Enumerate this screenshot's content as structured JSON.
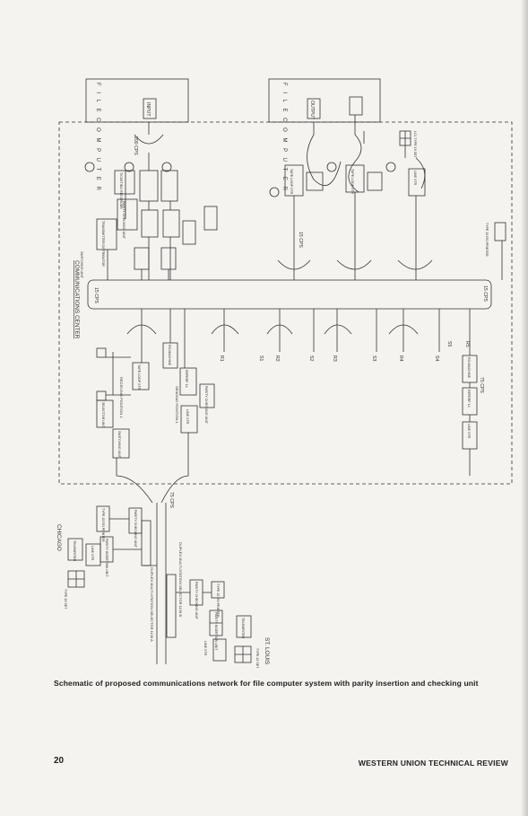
{
  "labels": {
    "file_computer": "F I L E   C O M P U T E R",
    "input": "INPUT",
    "output": "OUTPUT",
    "comm_center": "COMMUNICATIONS CENTER",
    "cps_200": "200 CPS",
    "cps_15": "15 CPS",
    "cps_75": "75 CPS",
    "tape_reader": "TRANSMITTER DISTRIBUTOR",
    "parity_checking": "PARITY CHECKING UNIT",
    "reperf": "REPERF 14",
    "tape_loop_xtr": "TAPE LOOP XTR",
    "line_xtr": "LINE XTR",
    "ticketing_recorder": "TICKETING RECORDER",
    "receiving_position": "RECEIVING POSITION 1",
    "sending_position": "SENDING POSITION 1",
    "switching_unit": "SWITCHING UNIT",
    "selector_unit": "SELECTOR UNIT",
    "ro_machine": "RO MACHINE",
    "type_15_ro_printer": "TYPE 15 RO PRINTER",
    "lcl_type_19_set": "LCL TYPE 19 SET",
    "r1": "R1",
    "r2": "R2",
    "r3": "R3",
    "r4": "R4",
    "r5": "R5",
    "s1": "S1",
    "s2": "S2",
    "s3": "S3",
    "s4": "S4",
    "s5": "S5",
    "chicago": "CHICAGO",
    "st_louis": "ST. LOUIS",
    "type_19_set": "TYPE 19 SET",
    "teleprinter": "TELEWRITER",
    "line_xtr_city": "LINE XTR",
    "parity_insertion": "PARITY INSERTION UNIT",
    "type_15_ro_printer_city": "TYPE 15 RO PRINTER",
    "duplex_selector_a": "DUPLEX MULTI-STATION SELECTOR 1136 A",
    "duplex_selector_b": "DUPLEX MULTI-STATION SELECTOR 1136 B"
  },
  "caption": "Schematic of proposed communications network for file computer system with parity insertion and checking unit",
  "footer": {
    "page_number": "20",
    "publication": "WESTERN UNION TECHNICAL REVIEW"
  }
}
